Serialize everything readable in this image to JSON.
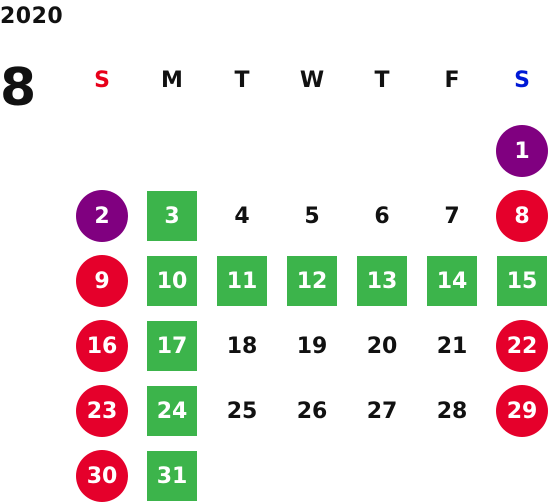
{
  "calendar": {
    "year": "2020",
    "month": "8",
    "weekdays": [
      "S",
      "M",
      "T",
      "W",
      "T",
      "F",
      "S"
    ],
    "days": [
      {
        "label": "1",
        "style": "purple"
      },
      {
        "label": "2",
        "style": "purple"
      },
      {
        "label": "3",
        "style": "green"
      },
      {
        "label": "4",
        "style": "plain"
      },
      {
        "label": "5",
        "style": "plain"
      },
      {
        "label": "6",
        "style": "plain"
      },
      {
        "label": "7",
        "style": "plain"
      },
      {
        "label": "8",
        "style": "red"
      },
      {
        "label": "9",
        "style": "red"
      },
      {
        "label": "10",
        "style": "green"
      },
      {
        "label": "11",
        "style": "green"
      },
      {
        "label": "12",
        "style": "green"
      },
      {
        "label": "13",
        "style": "green"
      },
      {
        "label": "14",
        "style": "green"
      },
      {
        "label": "15",
        "style": "green"
      },
      {
        "label": "16",
        "style": "red"
      },
      {
        "label": "17",
        "style": "green"
      },
      {
        "label": "18",
        "style": "plain"
      },
      {
        "label": "19",
        "style": "plain"
      },
      {
        "label": "20",
        "style": "plain"
      },
      {
        "label": "21",
        "style": "plain"
      },
      {
        "label": "22",
        "style": "red"
      },
      {
        "label": "23",
        "style": "red"
      },
      {
        "label": "24",
        "style": "green"
      },
      {
        "label": "25",
        "style": "plain"
      },
      {
        "label": "26",
        "style": "plain"
      },
      {
        "label": "27",
        "style": "plain"
      },
      {
        "label": "28",
        "style": "plain"
      },
      {
        "label": "29",
        "style": "red"
      },
      {
        "label": "30",
        "style": "red"
      },
      {
        "label": "31",
        "style": "green"
      }
    ]
  },
  "colors": {
    "sunday_header": "#e8001a",
    "saturday_header": "#0019d6",
    "red_marker": "#e5002b",
    "purple_marker": "#800080",
    "green_marker": "#3cb44b"
  }
}
